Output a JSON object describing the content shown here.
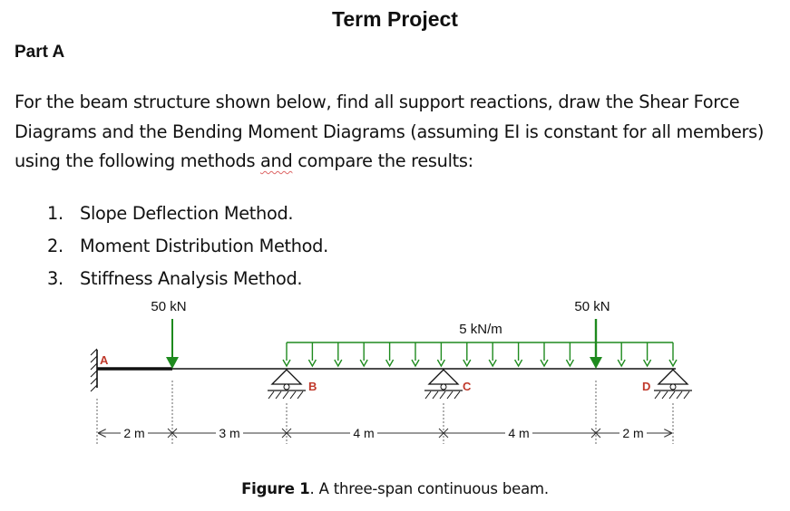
{
  "document": {
    "title": "Term Project",
    "part": "Part A",
    "intro": {
      "line1": "For the beam structure shown below, find all support reactions, draw the Shear Force",
      "line2": "Diagrams and the Bending Moment Diagrams (assuming EI is constant for all members)",
      "line3_a": "using the following methods ",
      "line3_b": "and",
      "line3_c": " compare the results:"
    },
    "methods": [
      {
        "num": "1.",
        "label": "Slope Deflection Method."
      },
      {
        "num": "2.",
        "label": "Moment Distribution Method."
      },
      {
        "num": "3.",
        "label": "Stiffness Analysis Method."
      }
    ]
  },
  "figure": {
    "point_load_1": "50 kN",
    "point_load_2": "50 kN",
    "distributed_load": "5 kN/m",
    "labels": {
      "a": "A",
      "b": "B",
      "c": "C",
      "d": "D"
    },
    "dimensions": [
      "2 m",
      "3 m",
      "4 m",
      "4 m",
      "2 m"
    ],
    "caption_bold": "Figure 1",
    "caption_rest": ". A three-span continuous beam."
  },
  "colors": {
    "load_green": "#1e8a1e",
    "label_red": "#c0392b",
    "text": "#111111"
  }
}
